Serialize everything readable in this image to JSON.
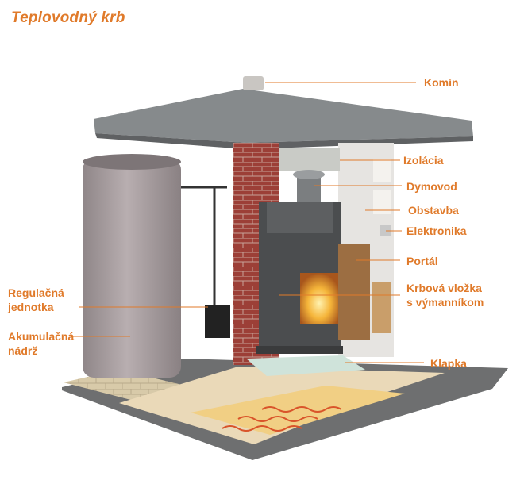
{
  "title": "Teplovodný krb",
  "labels": {
    "komin": "Komín",
    "izolacia": "Izolácia",
    "dymovod": "Dymovod",
    "obstavba": "Obstavba",
    "elektronika": "Elektronika",
    "portal": "Portál",
    "krbova_line1": "Krbová vložka",
    "krbova_line2": "s výmanníkom",
    "klapka": "Klapka",
    "regulacna_line1": "Regulačná",
    "regulacna_line2": "jednotka",
    "akumulacna_line1": "Akumulačná",
    "akumulacna_line2": "nádrž"
  },
  "colors": {
    "accent": "#e07a2a",
    "roof": "#8e9193",
    "brick": "#a0433a",
    "tank": "#a79ea0",
    "stove": "#4a4c4e",
    "fire": "#f2b33a",
    "floor": "#e9dcc4",
    "heating": "#f0c76a"
  }
}
